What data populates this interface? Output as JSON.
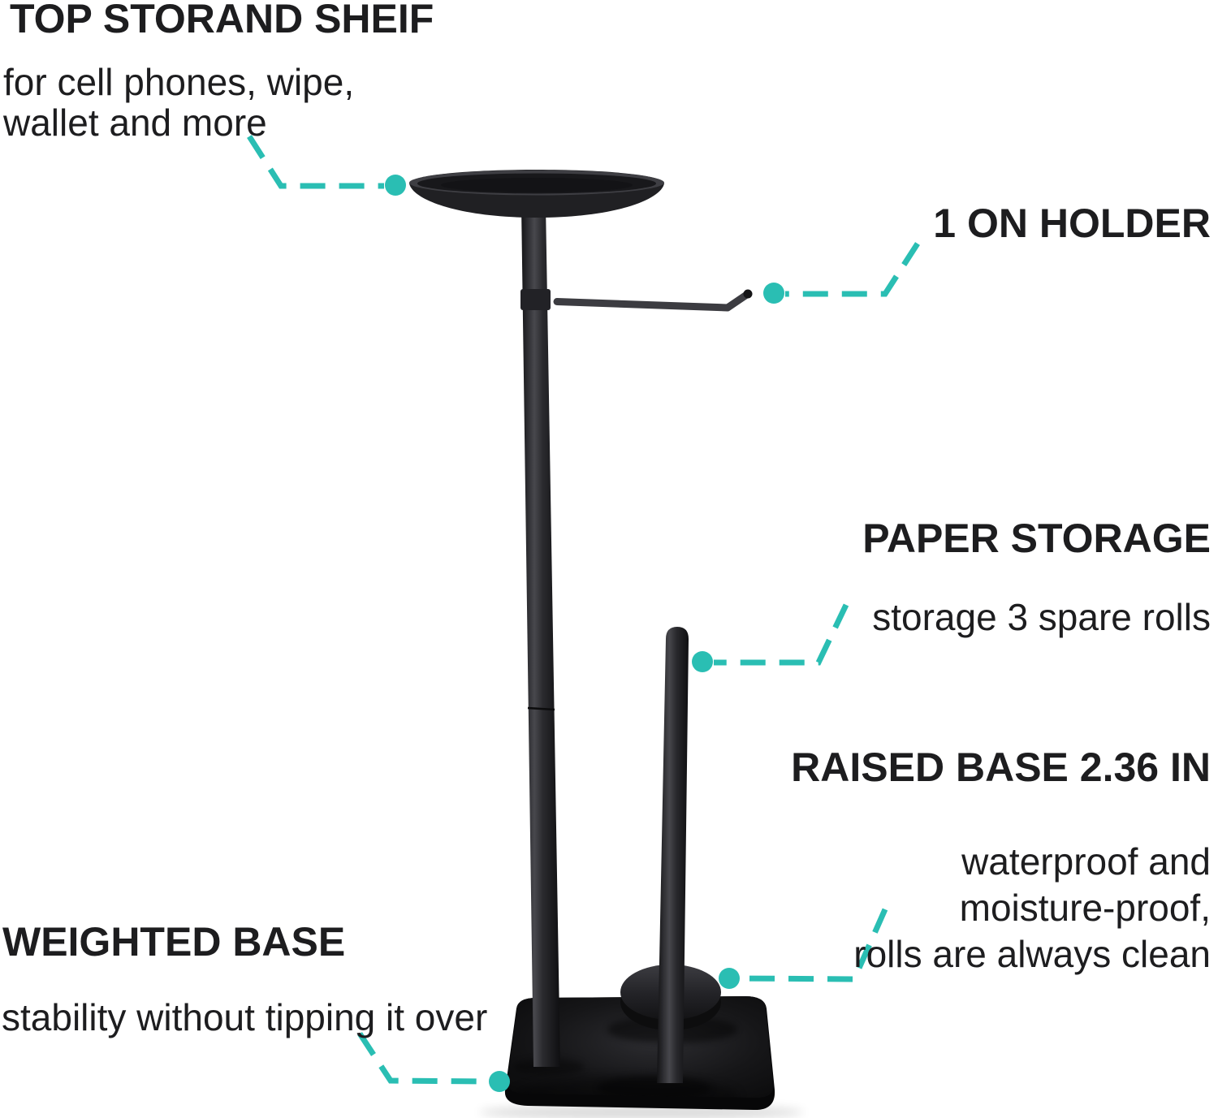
{
  "colors": {
    "accent": "#2abeb3",
    "text": "#1d1d1f",
    "product": "#1a1a1c",
    "background": "#ffffff"
  },
  "callouts": {
    "top_shelf": {
      "title": "TOP STORAND SHEIF",
      "lines": [
        "for cell phones, wipe,",
        "wallet and more"
      ]
    },
    "roll_holder": {
      "title": "1 ON HOLDER"
    },
    "paper_storage": {
      "title": "PAPER STORAGE",
      "subtitle": "storage 3 spare rolls"
    },
    "raised_base": {
      "title": "RAISED BASE 2.36 IN",
      "lines": [
        "waterproof and",
        "moisture-proof,",
        "rolls are always clean"
      ]
    },
    "weighted_base": {
      "title": "WEIGHTED BASE",
      "subtitle": "stability without tipping it over"
    }
  }
}
